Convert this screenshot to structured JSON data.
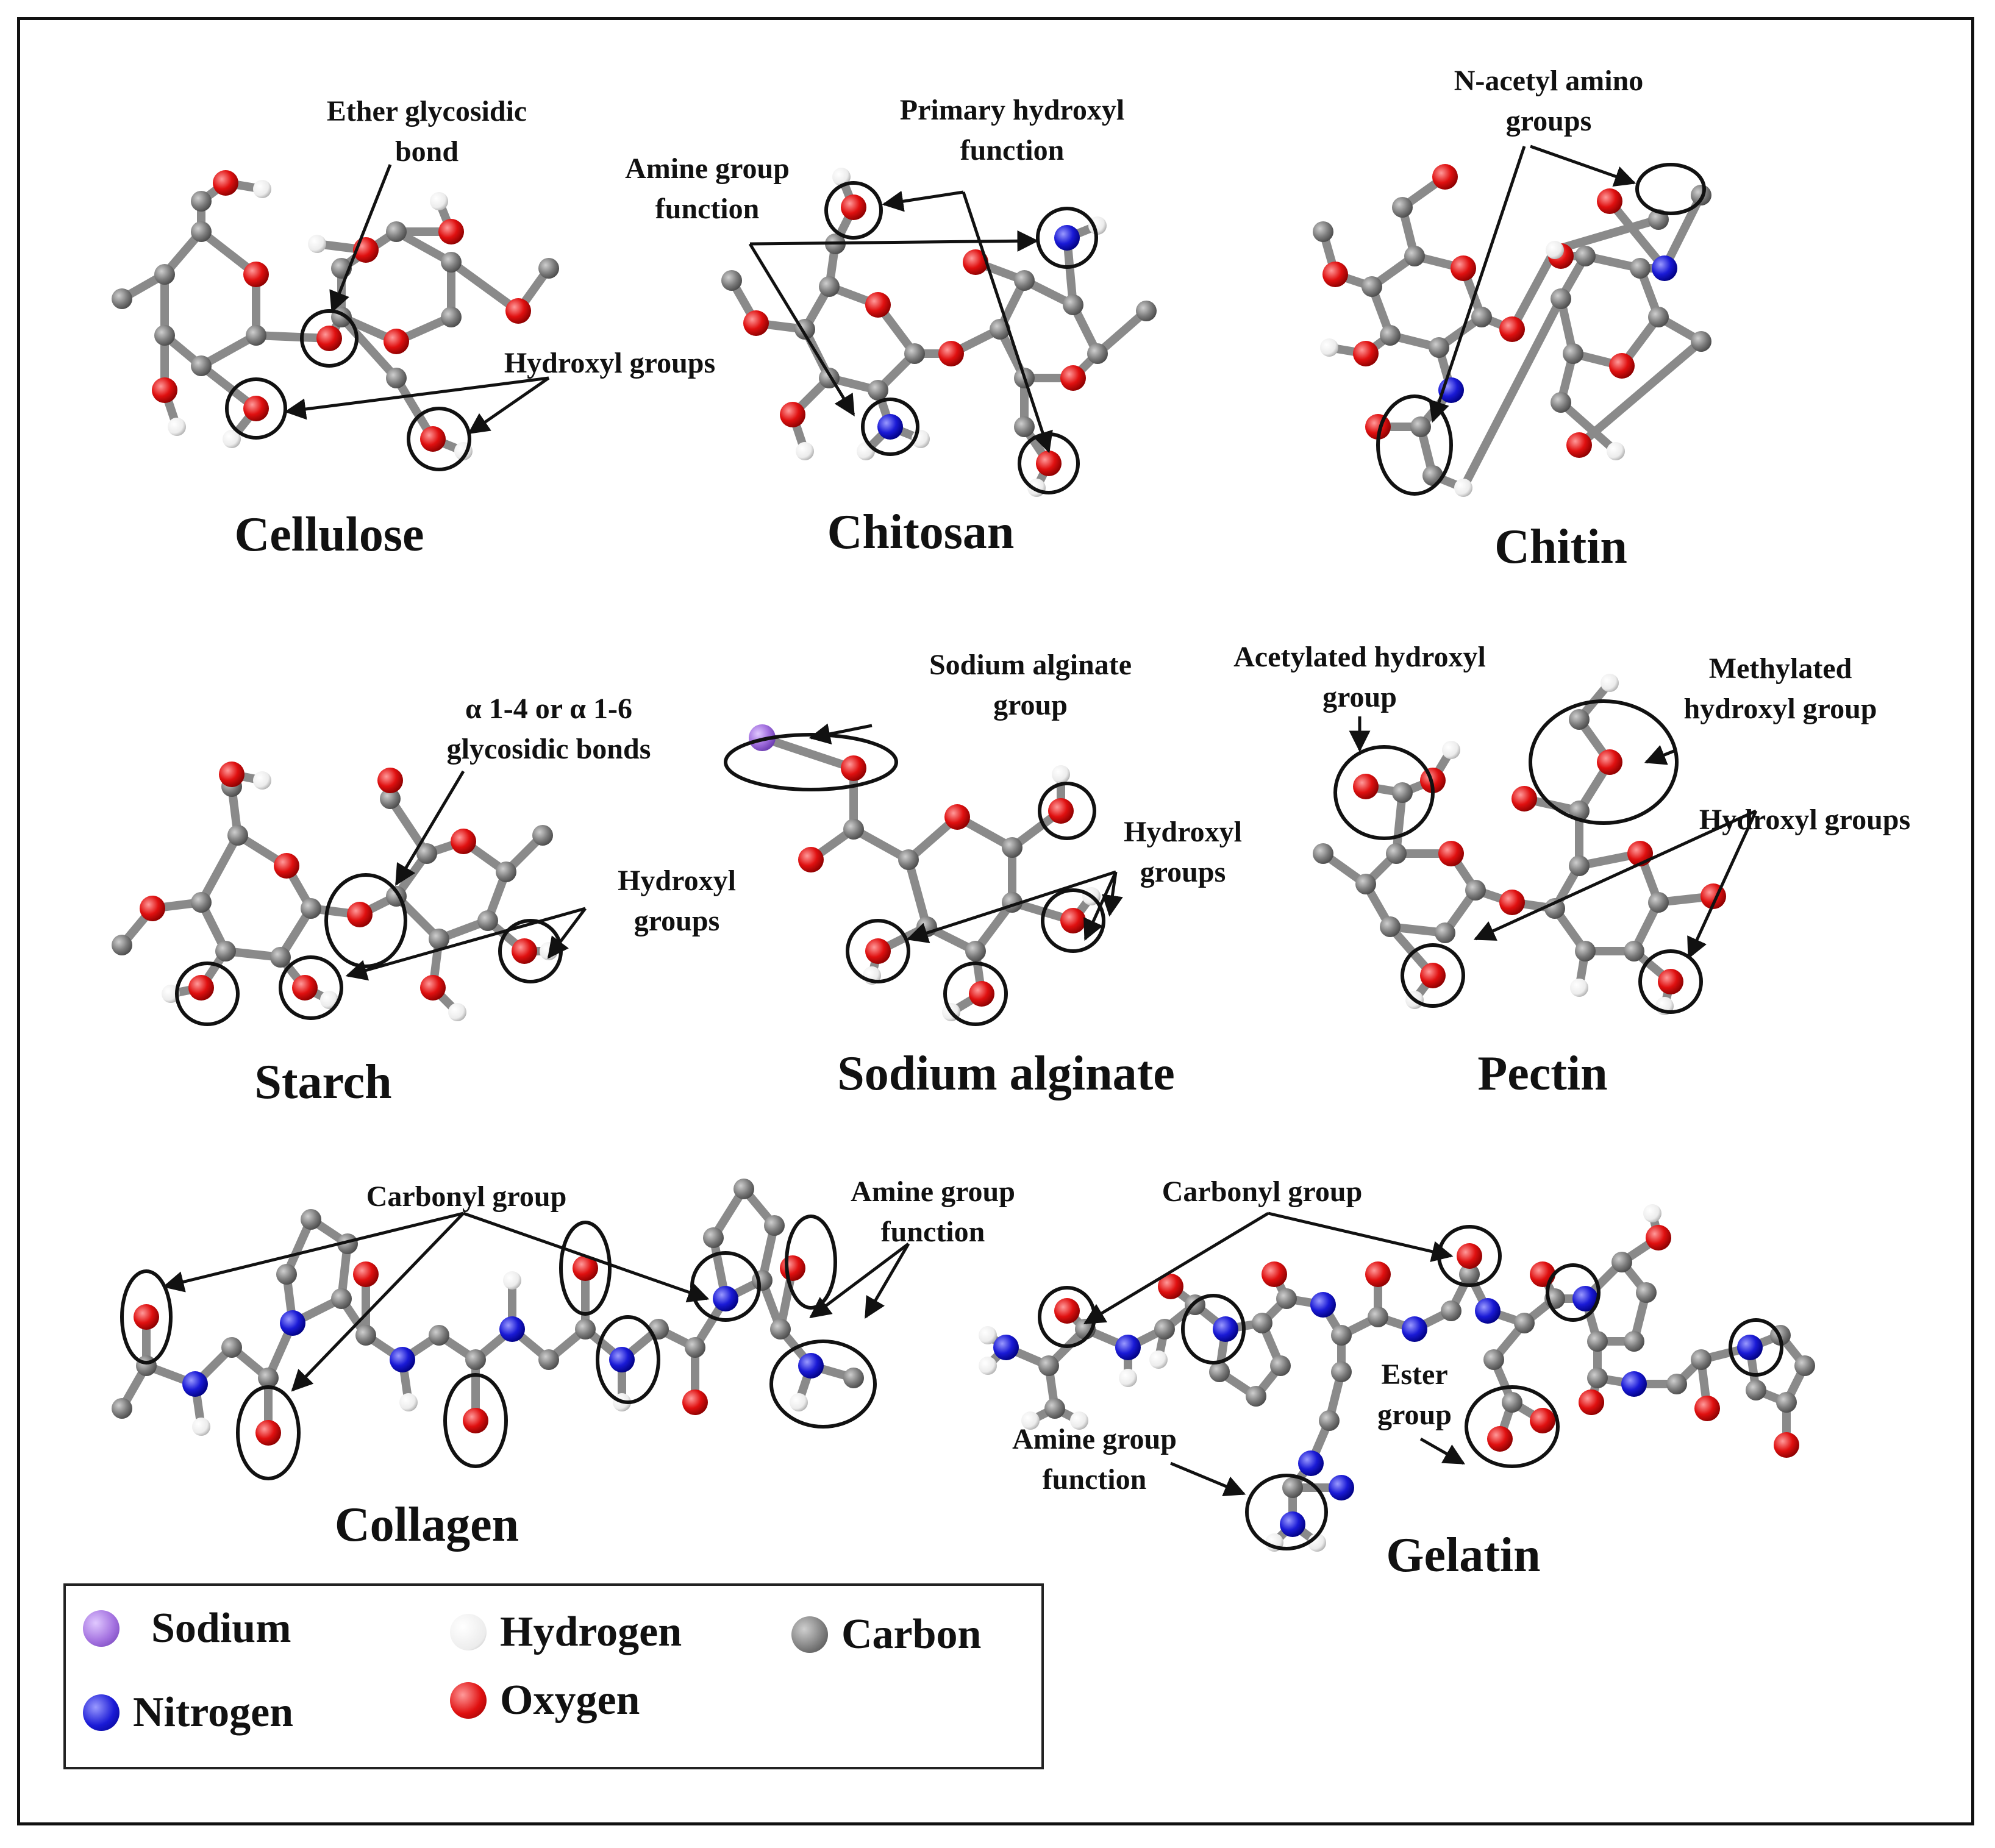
{
  "colors": {
    "carbon": "#7a7a7a",
    "oxygen": "#e01010",
    "nitrogen": "#1a1ad6",
    "hydrogen": "#f2f2f2",
    "sodium": "#a472e0",
    "bond": "#8a8a8a",
    "ink": "#111111"
  },
  "molecules": {
    "cellulose": {
      "name": "Cellulose",
      "annotations": [
        "Ether glycosidic\nbond",
        "Hydroxyl groups"
      ]
    },
    "chitosan": {
      "name": "Chitosan",
      "annotations": [
        "Primary hydroxyl\nfunction",
        "Amine group\nfunction"
      ]
    },
    "chitin": {
      "name": "Chitin",
      "annotations": [
        "N-acetyl amino\ngroups"
      ]
    },
    "starch": {
      "name": "Starch",
      "annotations": [
        "α 1-4 or α 1-6\nglycosidic bonds",
        "Hydroxyl\ngroups"
      ]
    },
    "sodium_alginate": {
      "name": "Sodium alginate",
      "annotations": [
        "Sodium alginate\ngroup",
        "Hydroxyl\ngroups"
      ]
    },
    "pectin": {
      "name": "Pectin",
      "annotations": [
        "Acetylated hydroxyl\ngroup",
        "Methylated\nhydroxyl group",
        "Hydroxyl groups"
      ]
    },
    "collagen": {
      "name": "Collagen",
      "annotations": [
        "Carbonyl group",
        "Amine group\nfunction"
      ]
    },
    "gelatin": {
      "name": "Gelatin",
      "annotations": [
        "Carbonyl group",
        "Ester\ngroup",
        "Amine group\nfunction"
      ]
    }
  },
  "legend": {
    "items": [
      {
        "label": "Sodium",
        "icon": "sodium-atom",
        "color": "#a472e0"
      },
      {
        "label": "Hydrogen",
        "icon": "hydrogen-atom",
        "color": "#f2f2f2"
      },
      {
        "label": "Carbon",
        "icon": "carbon-atom",
        "color": "#7a7a7a"
      },
      {
        "label": "Nitrogen",
        "icon": "nitrogen-atom",
        "color": "#1a1ad6"
      },
      {
        "label": "Oxygen",
        "icon": "oxygen-atom",
        "color": "#e01010"
      }
    ]
  }
}
